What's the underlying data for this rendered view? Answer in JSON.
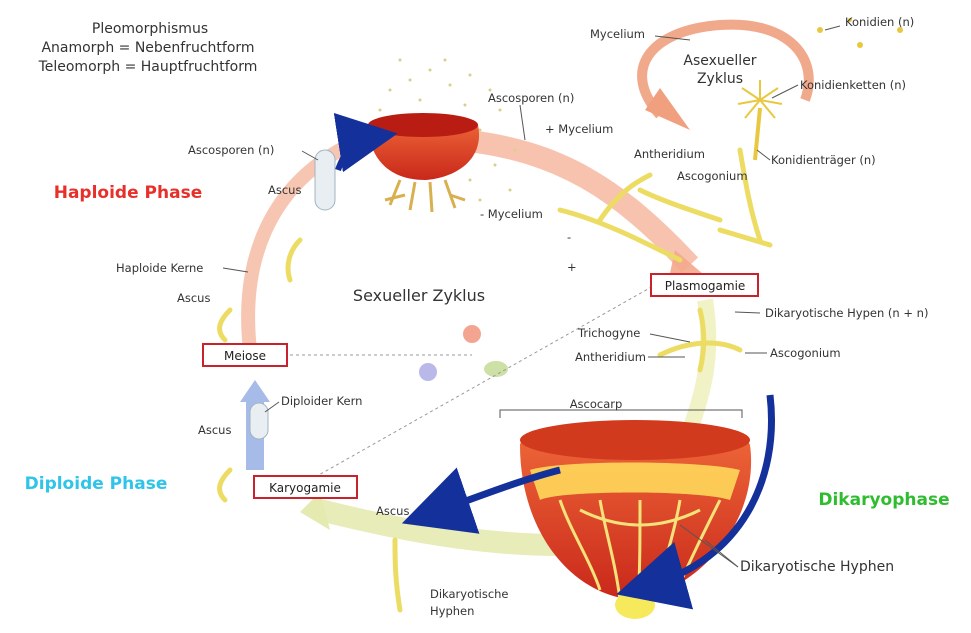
{
  "legend": {
    "line1": "Pleomorphismus",
    "line2": "Anamorph = Nebenfruchtform",
    "line3": "Teleomorph = Hauptfruchtform"
  },
  "phases": {
    "haploid": "Haploide Phase",
    "diploid": "Diploide Phase",
    "dikaryo": "Dikaryophase"
  },
  "cycles": {
    "sexual": "Sexueller Zyklus",
    "asexual_line1": "Asexueller",
    "asexual_line2": "Zyklus"
  },
  "boxed_steps": {
    "plasmogamie": "Plasmogamie",
    "meiose": "Meiose",
    "karyogamie": "Karyogamie"
  },
  "labels": {
    "mycelium_top": "Mycelium",
    "konidien": "Konidien (n)",
    "konidienketten": "Konidienketten (n)",
    "konidientraeger": "Konidienträger (n)",
    "ascosporen_top": "Ascosporen (n)",
    "plus_mycelium": "+ Mycelium",
    "minus_mycelium": "- Mycelium",
    "minus_sign": "-",
    "plus_sign": "+",
    "antheridium_top": "Antheridium",
    "ascogonium_top": "Ascogonium",
    "ascosporen_left": "Ascosporen (n)",
    "ascus_left_top": "Ascus",
    "haploide_kerne": "Haploide Kerne",
    "ascus_left_mid": "Ascus",
    "dikaryotische_hypen": "Dikaryotische Hypen (n + n)",
    "trichogyne": "Trichogyne",
    "antheridium_mid": "Antheridium",
    "ascogonium_mid": "Ascogonium",
    "ascocarp": "Ascocarp",
    "diploider_kern": "Diploider Kern",
    "ascus_left_low": "Ascus",
    "ascus_bottom": "Ascus",
    "dikaryotische_hyphen_bottom_1": "Dikaryotische",
    "dikaryotische_hyphen_bottom_2": "Hyphen",
    "dikaryotische_hyphen_big": "Dikaryotische Hyphen"
  },
  "colors": {
    "haploid": "#e8302a",
    "diploid": "#2fc4e8",
    "dikaryo": "#2ebd2e",
    "box_border": "#c8232c",
    "fruit_red": "#e23b1c",
    "hyphae_yellow": "#f6ea5c",
    "arrow_navy": "#14309a",
    "arrow_pink": "#f3a98d"
  }
}
